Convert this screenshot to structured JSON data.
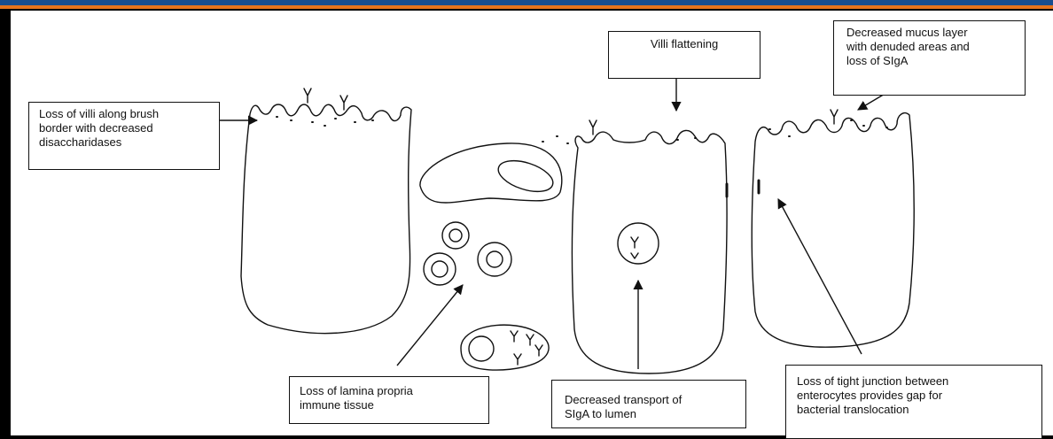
{
  "colors": {
    "frame": "#000000",
    "banner_blue": "#1a4e8f",
    "banner_orange": "#e8741c",
    "ink": "#111111",
    "paper": "#ffffff"
  },
  "labels": {
    "villi_loss": "Loss of villi along brush\nborder with decreased\ndisaccharidases",
    "villi_flattening": "Villi flattening",
    "mucus": "Decreased mucus  layer\nwith denuded areas and\nloss of SIgA",
    "lamina_propria": "Loss of lamina propria\nimmune tissue",
    "sIgA_transport": "Decreased  transport of\nSIgA to lumen",
    "tight_junction": "Loss of  tight junction between\nenterocytes provides gap for\nbacterial translocation"
  }
}
